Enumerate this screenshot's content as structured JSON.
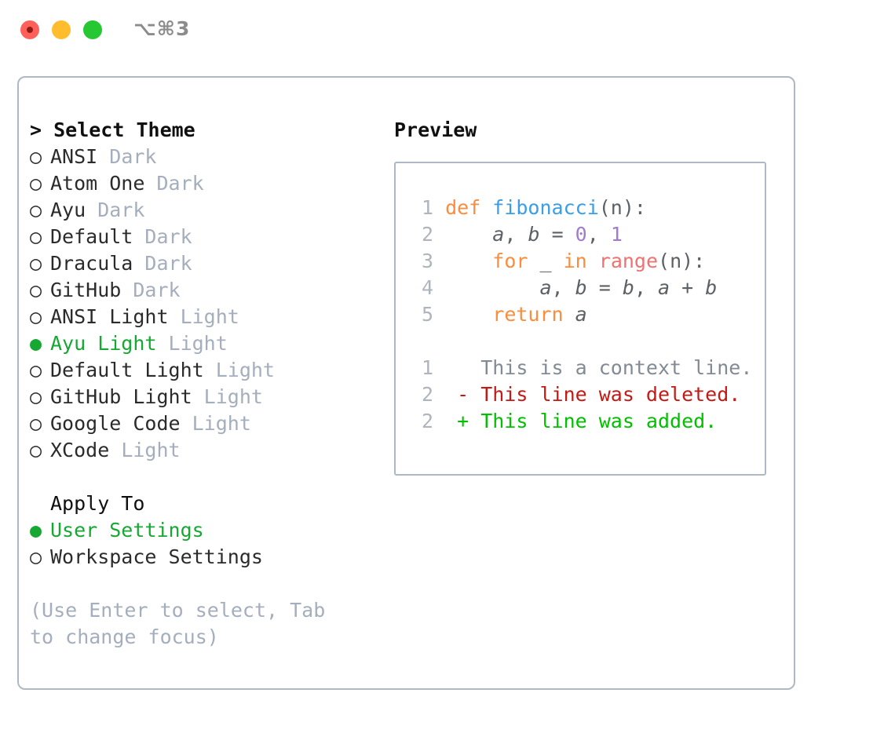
{
  "titlebar": {
    "shortcut": "⌥⌘3",
    "buttons": [
      {
        "name": "close",
        "color": "#FF6059"
      },
      {
        "name": "minimize",
        "color": "#FFBD2E"
      },
      {
        "name": "zoom",
        "color": "#25C732"
      }
    ]
  },
  "theme_picker": {
    "header": "> Select Theme",
    "items": [
      {
        "marker": "○",
        "label": "ANSI",
        "variant": "Dark",
        "selected": false
      },
      {
        "marker": "○",
        "label": "Atom One",
        "variant": "Dark",
        "selected": false
      },
      {
        "marker": "○",
        "label": "Ayu",
        "variant": "Dark",
        "selected": false
      },
      {
        "marker": "○",
        "label": "Default",
        "variant": "Dark",
        "selected": false
      },
      {
        "marker": "○",
        "label": "Dracula",
        "variant": "Dark",
        "selected": false
      },
      {
        "marker": "○",
        "label": "GitHub",
        "variant": "Dark",
        "selected": false
      },
      {
        "marker": "○",
        "label": "ANSI Light",
        "variant": "Light",
        "selected": false
      },
      {
        "marker": "●",
        "label": "Ayu Light",
        "variant": "Light",
        "selected": true
      },
      {
        "marker": "○",
        "label": "Default Light",
        "variant": "Light",
        "selected": false
      },
      {
        "marker": "○",
        "label": "GitHub Light",
        "variant": "Light",
        "selected": false
      },
      {
        "marker": "○",
        "label": "Google Code",
        "variant": "Light",
        "selected": false
      },
      {
        "marker": "○",
        "label": "XCode",
        "variant": "Light",
        "selected": false
      }
    ]
  },
  "apply_to": {
    "header": "Apply To",
    "items": [
      {
        "marker": "●",
        "label": "User Settings",
        "selected": true
      },
      {
        "marker": "○",
        "label": "Workspace Settings",
        "selected": false
      }
    ]
  },
  "hint": "(Use Enter to select, Tab to change focus)",
  "preview": {
    "title": "Preview",
    "code_lines": [
      {
        "num": "1",
        "tokens": [
          {
            "t": "def ",
            "c": "kw"
          },
          {
            "t": "fibonacci",
            "c": "fn"
          },
          {
            "t": "(n):",
            "c": "pl"
          }
        ]
      },
      {
        "num": "2",
        "tokens": [
          {
            "t": "    ",
            "c": "pl"
          },
          {
            "t": "a",
            "c": "var"
          },
          {
            "t": ", ",
            "c": "pl"
          },
          {
            "t": "b",
            "c": "var"
          },
          {
            "t": " = ",
            "c": "pl"
          },
          {
            "t": "0",
            "c": "num"
          },
          {
            "t": ", ",
            "c": "pl"
          },
          {
            "t": "1",
            "c": "num"
          }
        ]
      },
      {
        "num": "3",
        "tokens": [
          {
            "t": "    ",
            "c": "pl"
          },
          {
            "t": "for",
            "c": "kw"
          },
          {
            "t": " _ ",
            "c": "pl"
          },
          {
            "t": "in",
            "c": "kw"
          },
          {
            "t": " ",
            "c": "pl"
          },
          {
            "t": "range",
            "c": "call"
          },
          {
            "t": "(n):",
            "c": "pl"
          }
        ]
      },
      {
        "num": "4",
        "tokens": [
          {
            "t": "        ",
            "c": "pl"
          },
          {
            "t": "a",
            "c": "var"
          },
          {
            "t": ", ",
            "c": "pl"
          },
          {
            "t": "b",
            "c": "var"
          },
          {
            "t": " = ",
            "c": "pl"
          },
          {
            "t": "b",
            "c": "var"
          },
          {
            "t": ", ",
            "c": "pl"
          },
          {
            "t": "a",
            "c": "var"
          },
          {
            "t": " + ",
            "c": "pl"
          },
          {
            "t": "b",
            "c": "var"
          }
        ]
      },
      {
        "num": "5",
        "tokens": [
          {
            "t": "    ",
            "c": "pl"
          },
          {
            "t": "return",
            "c": "kw"
          },
          {
            "t": " ",
            "c": "pl"
          },
          {
            "t": "a",
            "c": "var"
          }
        ]
      }
    ],
    "diff_lines": [
      {
        "num": "1",
        "sign": "  ",
        "text": "This is a context line.",
        "kind": "ctx"
      },
      {
        "num": "2",
        "sign": "- ",
        "text": "This line was deleted.",
        "kind": "del"
      },
      {
        "num": "2",
        "sign": "+ ",
        "text": "This line was added.",
        "kind": "add"
      }
    ]
  },
  "colors": {
    "selection_green": "#16A832",
    "muted": "#A4AEBD",
    "border": "#AFB8C6",
    "keyword": "#FA8D3E",
    "function": "#399EE6",
    "number": "#A37ACC",
    "call": "#F07171",
    "plain": "#5C6166",
    "linenum": "#ADB5BD",
    "diff_context": "#828A94",
    "diff_deleted": "#C41A16",
    "diff_added": "#00C000"
  }
}
